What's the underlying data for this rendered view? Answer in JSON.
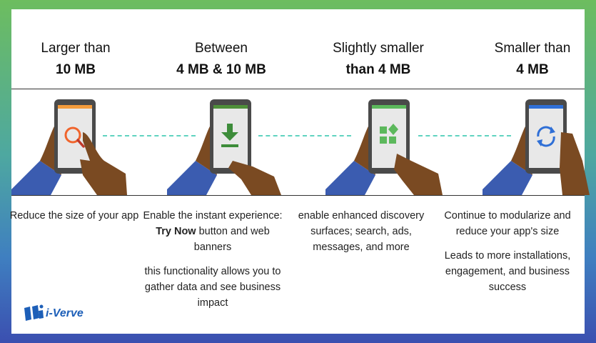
{
  "columns": [
    {
      "heading_line1": "Larger than",
      "heading_line2": "10 MB",
      "screen_icon": "search-icon",
      "screen_bar_color": "#f39c3c",
      "paragraphs": [
        "Reduce the size of your app"
      ]
    },
    {
      "heading_line1": "Between",
      "heading_line2": "4 MB & 10 MB",
      "screen_icon": "download-icon",
      "screen_bar_color": "#4f8f3a",
      "p1_before": "Enable the instant experience: ",
      "p1_bold": "Try Now",
      "p1_after": " button and web banners",
      "p2": "this functionality allows you to gather data and see business impact"
    },
    {
      "heading_line1": "Slightly smaller",
      "heading_line2": "than 4 MB",
      "screen_icon": "shapes-icon",
      "screen_bar_color": "#5cb85c",
      "p1": "enable enhanced discovery surfaces; search, ads, messages, and more"
    },
    {
      "heading_line1": "Smaller than",
      "heading_line2": "4 MB",
      "screen_icon": "refresh-icon",
      "screen_bar_color": "#2f6fd6",
      "p1": "Continue to modularize and reduce your app's size",
      "p2": "Leads to more installations, engagement, and business success"
    }
  ],
  "logo": {
    "text": "i-Verve"
  },
  "colors": {
    "accent_dash": "#5fd3c0",
    "logo_blue": "#1d5fb8",
    "skin": "#7a4a22",
    "sleeve": "#3b5cb0"
  }
}
